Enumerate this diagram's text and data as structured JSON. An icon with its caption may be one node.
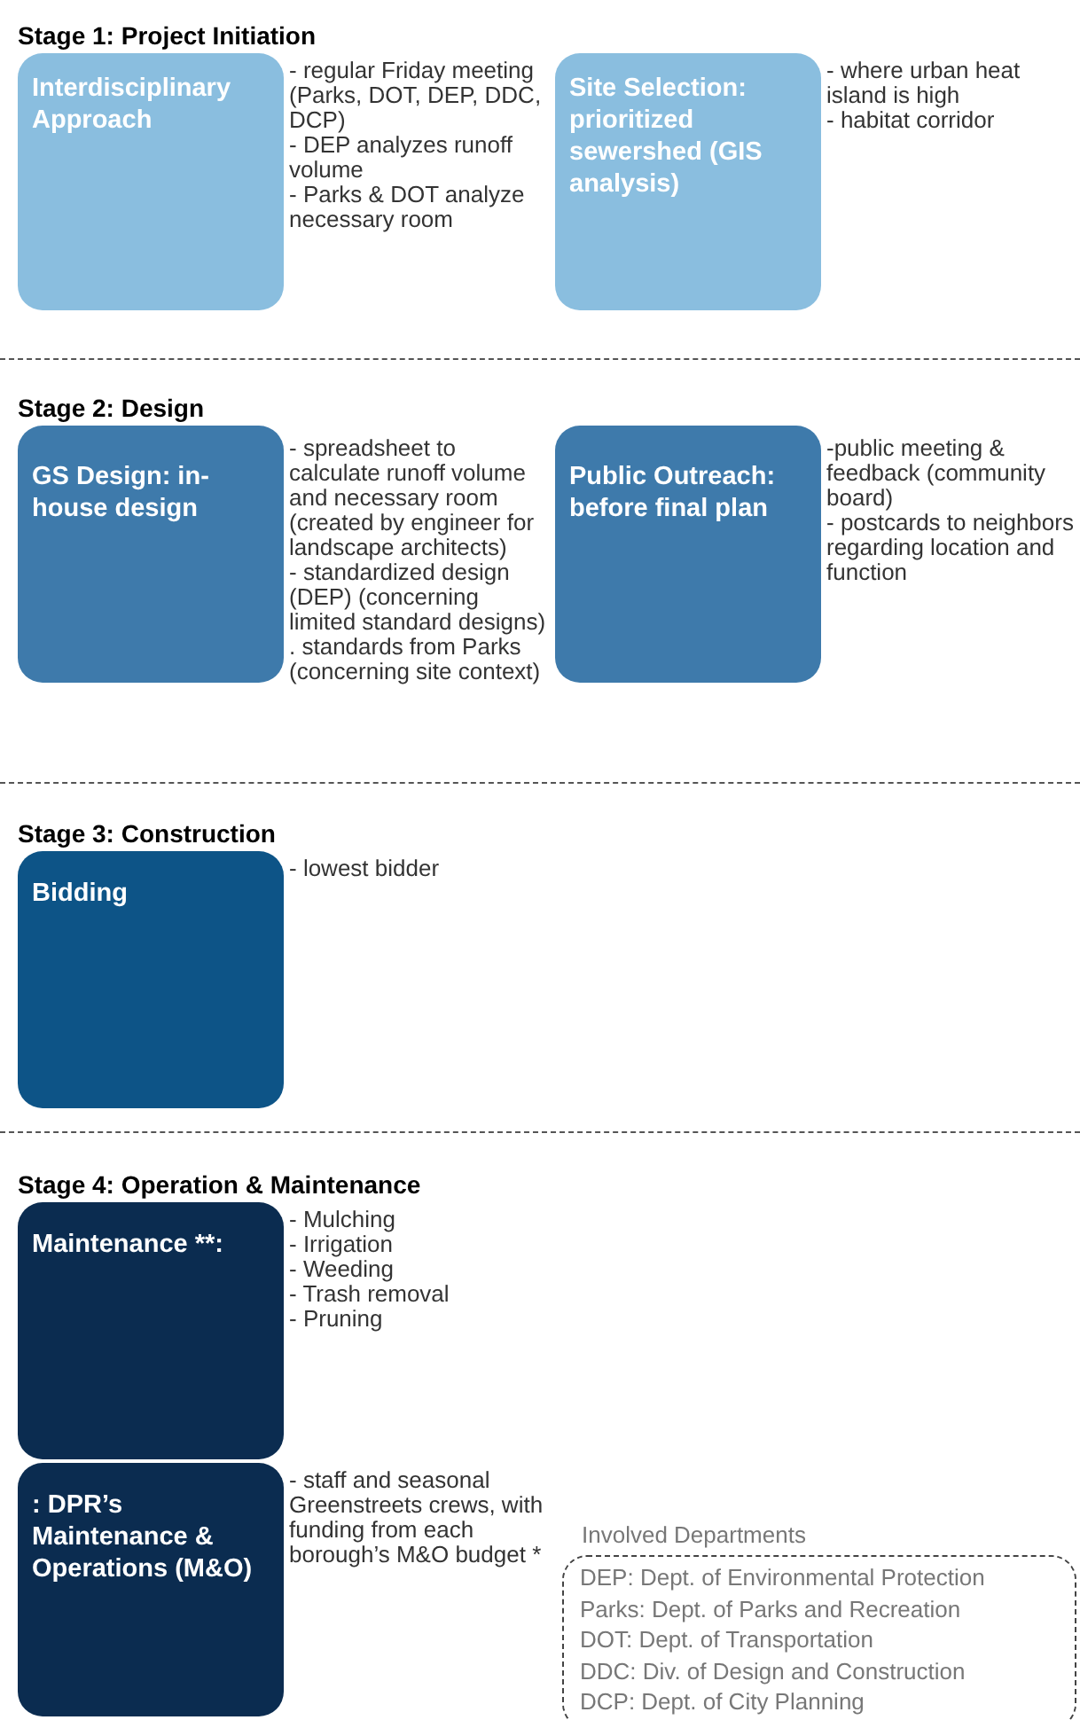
{
  "diagram": {
    "nodes": [
      {
        "text": [
          "Interdisciplinary Approach"
        ],
        "beside": [
          "- regular Friday meeting (Parks, DOT, DEP, DDC, DCP)",
          "- DEP analyzes runoff volume",
          "- Parks & DOT analyze necessary room"
        ]
      },
      {
        "text": [
          "Site Selection: prioritized sewershed (GIS analysis)"
        ],
        "beside": [
          "- where urban heat island is high",
          "- habitat corridor"
        ]
      },
      {
        "text": [
          "GS Design: in-house design"
        ],
        "beside": [
          "- spreadsheet to calculate runoff volume and necessary room (created by engineer for landscape architects)",
          "- standardized design (DEP) (concerning limited standard designs)",
          ". standards from Parks (concerning site context)"
        ]
      },
      {
        "text": [
          "Public Outreach: before final plan"
        ],
        "beside": [
          "-public meeting & feedback (community board)",
          "- postcards to neighbors regarding location and function"
        ]
      },
      {
        "text": [
          "Bidding"
        ],
        "beside": [
          "- lowest bidder"
        ]
      },
      {
        "text": [
          "Maintenance **:"
        ],
        "beside": [
          "- Mulching",
          "- Irrigation",
          "- Weeding",
          "- Trash removal",
          "- Pruning"
        ]
      },
      {
        "text": [
          ": DPR’s Maintenance & Operations (M&O)"
        ],
        "beside": [
          "- staff and seasonal Greenstreets crews, with funding from each borough’s M&O budget *"
        ]
      },
      {
        "text": [
          "Involved Departments",
          "DEP: Dept. of Environmental Protection",
          "Parks: Dept. of Parks and Recreation",
          "DOT: Dept. of  Transportation",
          "DDC: Div. of Design and Construction",
          "DCP: Dept. of City Planning"
        ]
      }
    ],
    "edges": [],
    "labels": [
      "Stage 1: Project Initiation",
      "Stage 2: Design",
      "Stage 3: Construction",
      "Stage 4: Operation & Maintenance"
    ]
  }
}
